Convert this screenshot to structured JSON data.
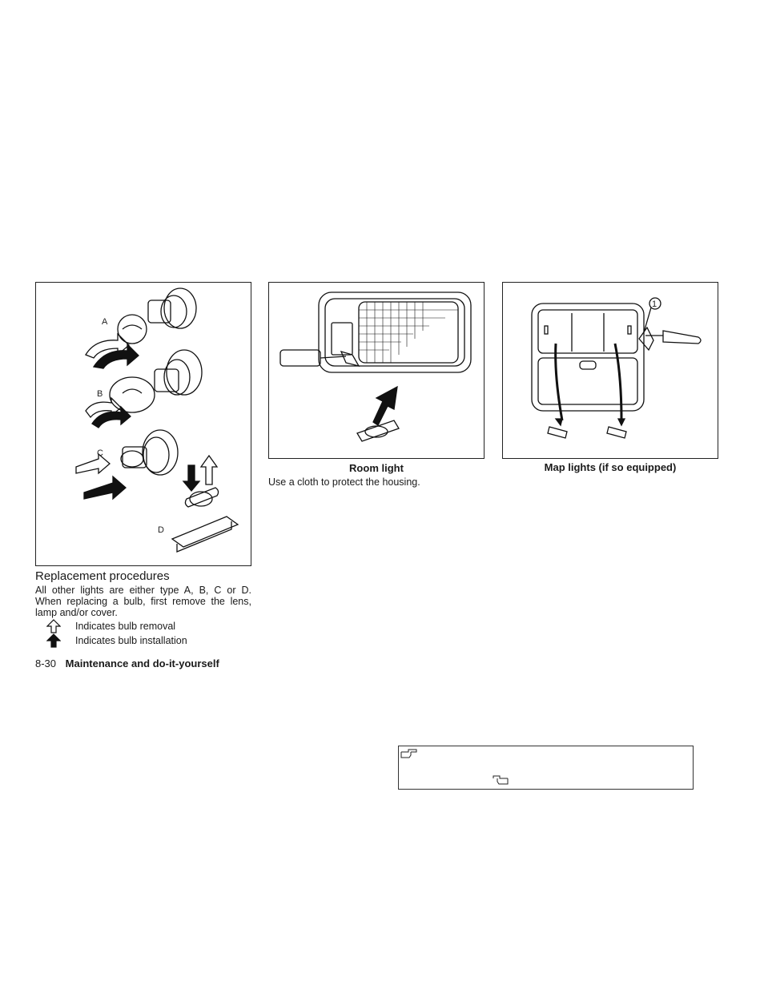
{
  "figures": {
    "bulb_types": {
      "labels": [
        "A",
        "B",
        "C",
        "D"
      ]
    },
    "room_light": {
      "caption": "Room light",
      "note": "Use a cloth to protect the housing."
    },
    "map_lights": {
      "caption": "Map lights (if so equipped)",
      "callout": "1"
    }
  },
  "replacement": {
    "heading": "Replacement procedures",
    "body": "All other lights are either type A, B, C or D. When replacing a bulb, first remove the lens, lamp and/or cover.",
    "legend": [
      {
        "icon": "hollow-up-arrow-icon",
        "text": "Indicates bulb removal"
      },
      {
        "icon": "solid-up-arrow-icon",
        "text": "Indicates bulb installation"
      }
    ]
  },
  "footer": {
    "page_number": "8-30",
    "section": "Maintenance and do-it-yourself"
  }
}
